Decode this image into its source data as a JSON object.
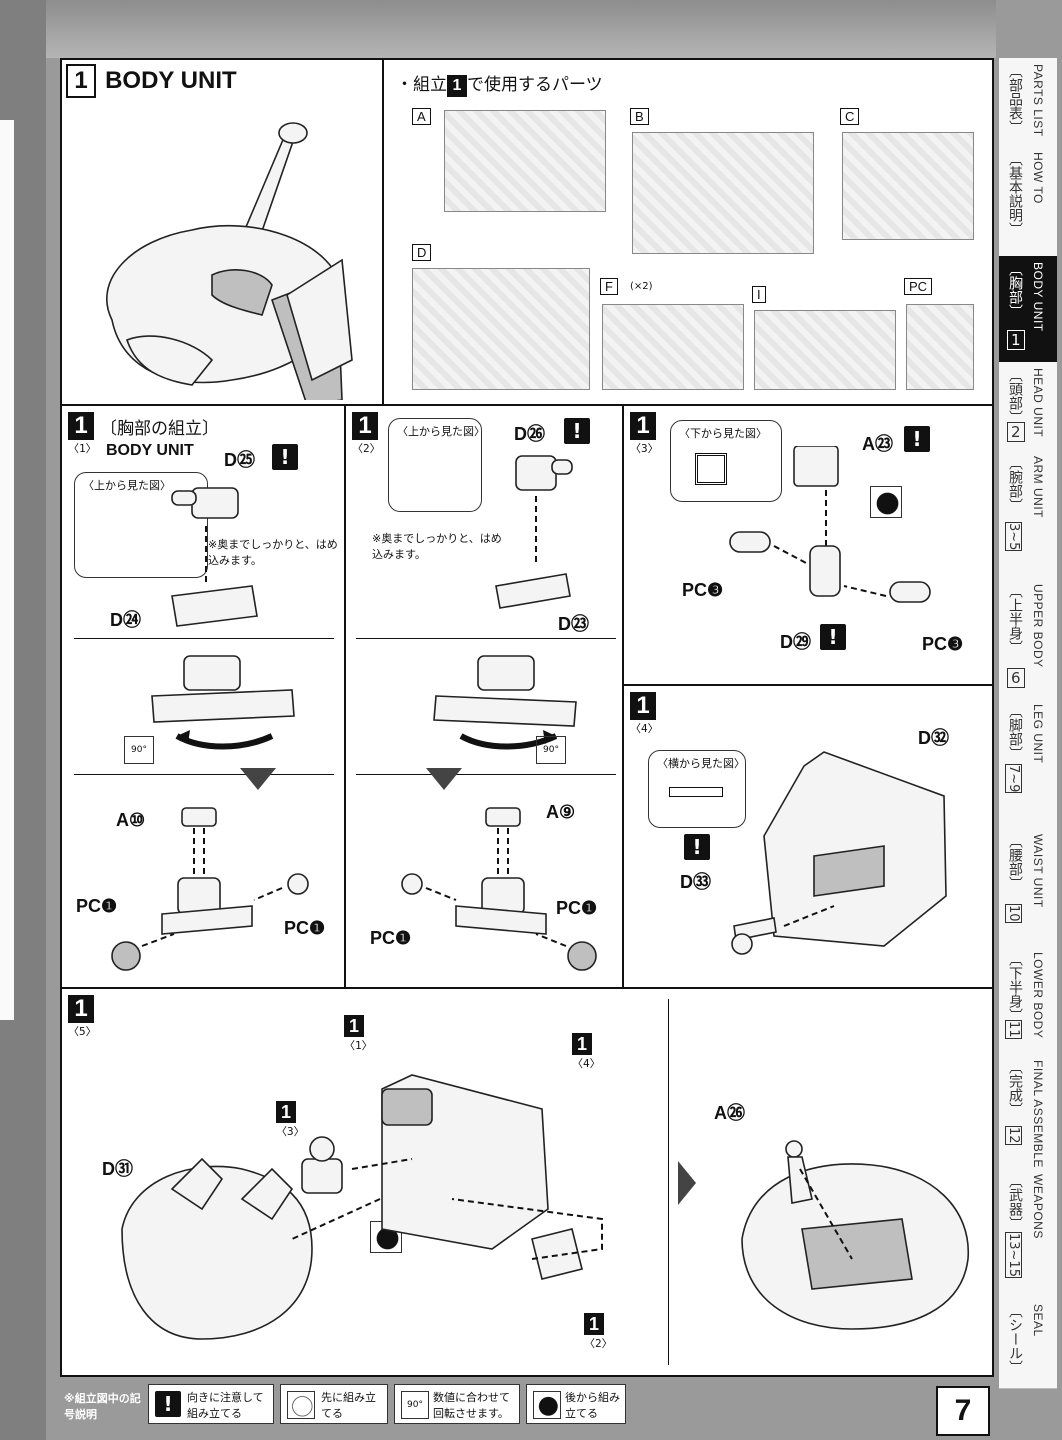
{
  "header": {
    "step_number": "1",
    "title": "BODY UNIT",
    "parts_used_prefix": "・組立",
    "parts_used_num": "1",
    "parts_used_suffix": "で使用するパーツ"
  },
  "sprues": [
    {
      "id": "A",
      "note": ""
    },
    {
      "id": "B",
      "note": ""
    },
    {
      "id": "C",
      "note": ""
    },
    {
      "id": "D",
      "note": ""
    },
    {
      "id": "F",
      "note": "(×2)"
    },
    {
      "id": "I",
      "note": ""
    },
    {
      "id": "PC",
      "note": ""
    }
  ],
  "step1": {
    "num": "1",
    "sub": "〈1〉",
    "title_jp": "〔胸部の組立〕",
    "title_en": "BODY UNIT",
    "view_top": "〈上から見た図〉",
    "note": "※奥までしっかりと、はめ込みます。",
    "labels": {
      "d25": "D㉕",
      "d24": "D㉔",
      "a10": "A⑩",
      "pc1_left": "PC❶",
      "pc1_right": "PC❶",
      "angle": "90°"
    }
  },
  "step2": {
    "num": "1",
    "sub": "〈2〉",
    "view_top": "〈上から見た図〉",
    "note": "※奥までしっかりと、はめ込みます。",
    "labels": {
      "d26": "D㉖",
      "d23": "D㉓",
      "a9": "A⑨",
      "pc1_left": "PC❶",
      "pc1_right": "PC❶",
      "angle": "90°"
    }
  },
  "step3": {
    "num": "1",
    "sub": "〈3〉",
    "view_bottom": "〈下から見た図〉",
    "labels": {
      "a23": "A㉓",
      "pc3_left": "PC❸",
      "d29": "D㉙",
      "pc3_right": "PC❸"
    }
  },
  "step4": {
    "num": "1",
    "sub": "〈4〉",
    "view_side": "〈横から見た図〉",
    "labels": {
      "d32": "D㉜",
      "d33": "D㉝"
    }
  },
  "step5": {
    "num": "1",
    "sub": "〈5〉",
    "labels": {
      "d31": "D㉛",
      "a26": "A㉖"
    },
    "refs": [
      {
        "num": "1",
        "sub": "〈1〉"
      },
      {
        "num": "1",
        "sub": "〈4〉"
      },
      {
        "num": "1",
        "sub": "〈3〉"
      },
      {
        "num": "1",
        "sub": "〈2〉"
      }
    ]
  },
  "legend": {
    "title": "※組立図中の記号説明",
    "items": [
      {
        "icon": "exclamation-icon",
        "text": "向きに注意して組み立てる"
      },
      {
        "icon": "pre-assemble-icon",
        "text": "先に組み立てる"
      },
      {
        "icon": "rotate-90-icon",
        "text": "数値に合わせて回転させます。",
        "badge": "90°"
      },
      {
        "icon": "post-assemble-icon",
        "text": "後から組み立てる"
      }
    ]
  },
  "page_number": "7",
  "tabs": [
    {
      "jp": "〔部品表〕",
      "en": "PARTS LIST",
      "num": ""
    },
    {
      "jp": "〔基本説明〕",
      "en": "HOW TO",
      "num": ""
    },
    {
      "jp": "〔胸部〕",
      "en": "BODY UNIT",
      "num": "1",
      "active": true
    },
    {
      "jp": "〔頭部〕",
      "en": "HEAD UNIT",
      "num": "2"
    },
    {
      "jp": "〔腕部〕",
      "en": "ARM UNIT",
      "num": "3~5"
    },
    {
      "jp": "〔上半身〕",
      "en": "UPPER BODY",
      "num": "6"
    },
    {
      "jp": "〔脚部〕",
      "en": "LEG UNIT",
      "num": "7~9"
    },
    {
      "jp": "〔腰部〕",
      "en": "WAIST UNIT",
      "num": "10"
    },
    {
      "jp": "〔下半身〕",
      "en": "LOWER BODY",
      "num": "11"
    },
    {
      "jp": "〔完成〕",
      "en": "FINAL ASSEMBLE",
      "num": "12"
    },
    {
      "jp": "〔武器〕",
      "en": "WEAPONS",
      "num": "13~15"
    },
    {
      "jp": "〔シール〕",
      "en": "SEAL",
      "num": ""
    }
  ],
  "colors": {
    "ink": "#111111",
    "paper": "#ffffff",
    "background": "#9a9a9a"
  }
}
